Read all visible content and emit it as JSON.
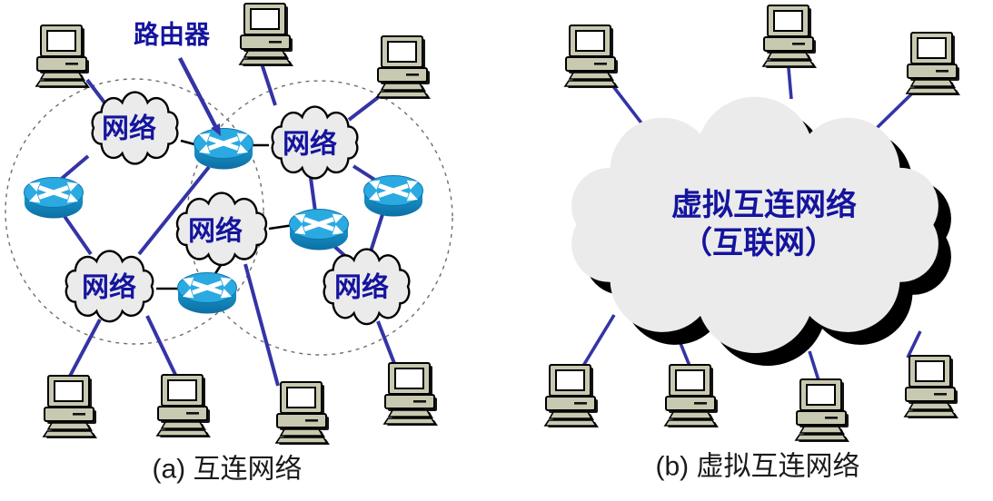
{
  "figure": {
    "panel_a": {
      "caption": "(a) 互连网络",
      "router_label": "路由器",
      "cloud_labels": [
        "网络",
        "网络",
        "网络",
        "网络",
        "网络"
      ]
    },
    "panel_b": {
      "caption": "(b) 虚拟互连网络",
      "cloud_title": [
        "虚拟互连网络",
        "（互联网）"
      ]
    },
    "colors": {
      "label_blue": "#14149E",
      "caption_black": "#1A1A1A",
      "link_blue": "#3434A6",
      "cloud_fill": "#EBEBEB",
      "cloud_outline": "#000000",
      "cloud_shadow": "#000000",
      "router_top_blue": "#2BAAE2",
      "router_side_blue": "#1182BA",
      "computer_beige": "#C9C9B1",
      "dashed_boundary_gray": "#6E6E6E"
    }
  }
}
